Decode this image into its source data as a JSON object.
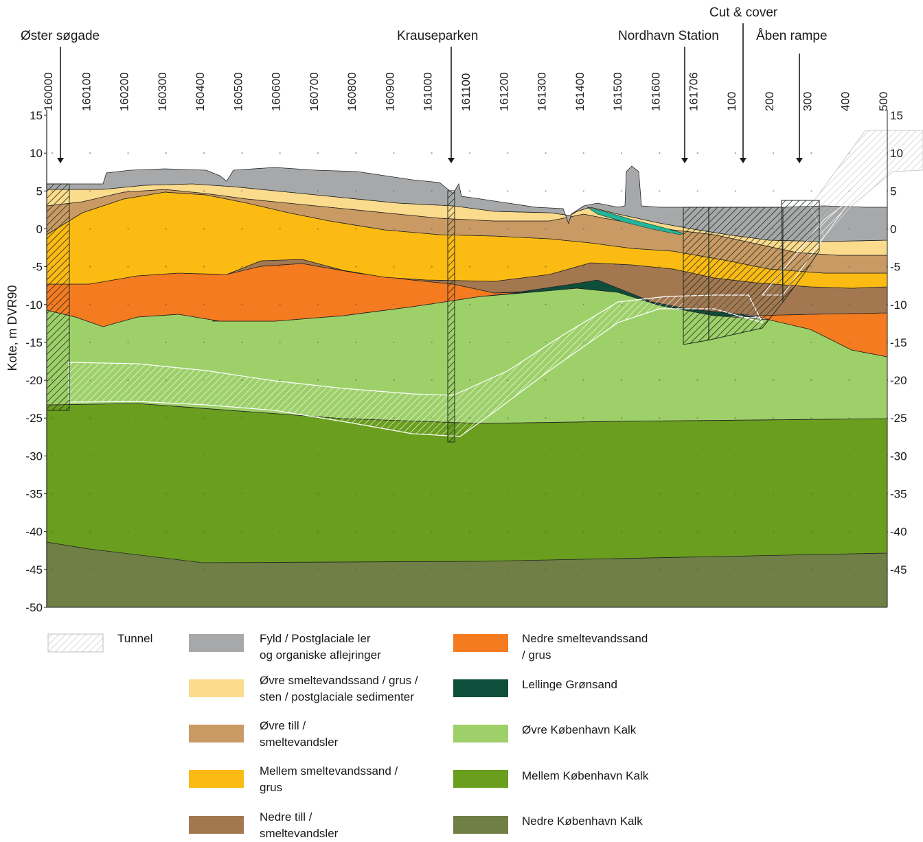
{
  "axis": {
    "ylabel": "Kote, m DVR90",
    "y_ticks_left": [
      "15",
      "10",
      "5",
      "0",
      "-5",
      "-10",
      "-15",
      "-20",
      "-25",
      "-30",
      "-35",
      "-40",
      "-45",
      "-50"
    ],
    "y_ticks_right": [
      "15",
      "10",
      "5",
      "0",
      "-5",
      "-10",
      "-15",
      "-20",
      "-25",
      "-30",
      "-35",
      "-40",
      "-45"
    ],
    "x_ticks": [
      "160000",
      "160100",
      "160200",
      "160300",
      "160400",
      "160500",
      "160600",
      "160700",
      "160800",
      "160900",
      "161000",
      "161100",
      "161200",
      "161300",
      "161400",
      "161500",
      "161600",
      "161706",
      "100",
      "200",
      "300",
      "400",
      "500"
    ]
  },
  "locations": [
    {
      "label": "Øster søgade"
    },
    {
      "label": "Krauseparken"
    },
    {
      "label": "Nordhavn Station"
    },
    {
      "label": "Cut & cover"
    },
    {
      "label": "Åben rampe"
    }
  ],
  "legend": [
    {
      "id": "tunnel",
      "label": "Tunnel",
      "color": "hatch"
    },
    {
      "id": "fyld",
      "label": "Fyld / Postglaciale ler\nog organiske aflejringer",
      "color": "#a7a8aa"
    },
    {
      "id": "ovre_smelt",
      "label": "Øvre smeltevandssand / grus /\nsten / postglaciale sedimenter",
      "color": "#fbdb8c"
    },
    {
      "id": "ovre_till",
      "label": "Øvre till /\nsmeltevandsler",
      "color": "#c99a63"
    },
    {
      "id": "mellem_smelt",
      "label": "Mellem smeltevandssand /\ngrus",
      "color": "#fcbb12"
    },
    {
      "id": "nedre_till",
      "label": "Nedre till /\nsmeltevandsler",
      "color": "#a37850"
    },
    {
      "id": "nedre_smelt",
      "label": "Nedre smeltevandssand\n / grus",
      "color": "#f47b20"
    },
    {
      "id": "lellinge",
      "label": "Lellinge Grønsand",
      "color": "#0e4f3b"
    },
    {
      "id": "ovre_kbh",
      "label": "Øvre København Kalk",
      "color": "#9ed06a"
    },
    {
      "id": "mellem_kbh",
      "label": "Mellem København Kalk",
      "color": "#6a9e1f"
    },
    {
      "id": "nedre_kbh",
      "label": "Nedre København Kalk",
      "color": "#6f7f46"
    }
  ]
}
